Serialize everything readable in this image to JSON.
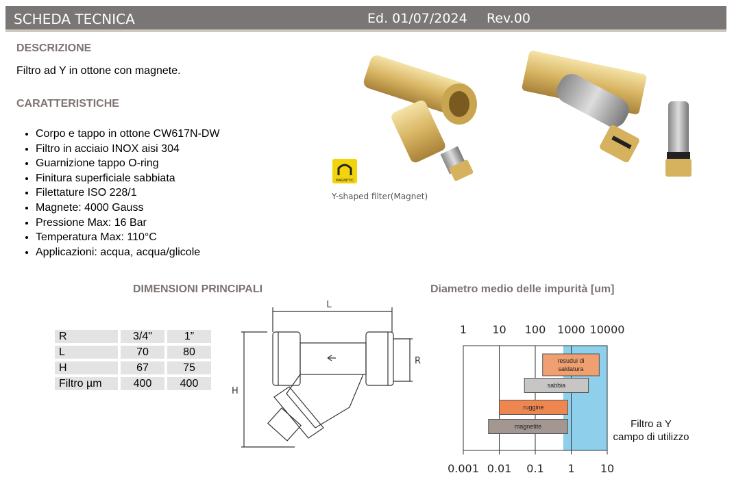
{
  "header": {
    "title": "SCHEDA TECNICA",
    "edition": "Ed. 01/07/2024",
    "revision": "Rev.00"
  },
  "description": {
    "heading": "DESCRIZIONE",
    "text": "Filtro ad Y in ottone con magnete."
  },
  "features": {
    "heading": "CARATTERISTICHE",
    "items": [
      "Corpo e tappo in ottone CW617N-DW",
      "Filtro in acciaio INOX aisi 304",
      "Guarnizione tappo O-ring",
      "Finitura superficiale sabbiata",
      "Filettature ISO 228/1",
      "Magnete: 4000 Gauss",
      "Pressione Max: 16 Bar",
      "Temperatura Max: 110°C",
      "Applicazioni: acqua, acqua/glicole"
    ]
  },
  "product": {
    "caption": "Y-shaped filter(Magnet)",
    "badge_text": "MAGNETIC"
  },
  "dimensions": {
    "heading": "DIMENSIONI PRINCIPALI",
    "rows": [
      [
        "R",
        "3/4\"",
        "1”"
      ],
      [
        "L",
        "70",
        "80"
      ],
      [
        "H",
        "67",
        "75"
      ],
      [
        "Filtro µm",
        "400",
        "400"
      ]
    ],
    "drawing_labels": {
      "L": "L",
      "R": "R",
      "H": "H"
    }
  },
  "chart_data": {
    "type": "bar",
    "title": "Diametro medio delle impurità [um]",
    "scale": "log",
    "top_axis_ticks": [
      "1",
      "10",
      "100",
      "1000",
      "10000"
    ],
    "bottom_axis_ticks": [
      "0.001",
      "0.01",
      "0.1",
      "1",
      "10"
    ],
    "bars": [
      {
        "label": "resudui di saldatura",
        "from_um": 160,
        "to_um": 6000,
        "color": "#f0a070"
      },
      {
        "label": "sabbia",
        "from_um": 50,
        "to_um": 3000,
        "color": "#c8c6c4"
      },
      {
        "label": "ruggine",
        "from_um": 10,
        "to_um": 800,
        "color": "#ee8650"
      },
      {
        "label": "magnetite",
        "from_um": 5,
        "to_um": 800,
        "color": "#a39792"
      }
    ],
    "usage_range": {
      "from_um": 600,
      "to_um": 10000,
      "color": "#8ecfec"
    },
    "annotation": [
      "Filtro a Y",
      "campo di utilizzo"
    ]
  }
}
